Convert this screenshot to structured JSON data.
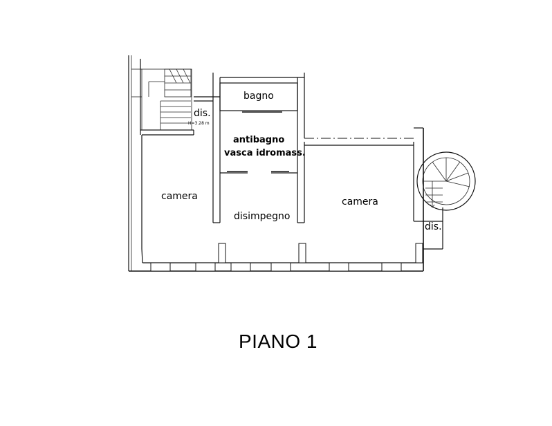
{
  "rooms": {
    "bagno": "bagno",
    "dis_top": "dis.",
    "height_note": "H=3.28 m",
    "antibagno_1": "antibagno",
    "antibagno_2": "vasca idromass.",
    "camera_left": "camera",
    "disimpegno": "disimpegno",
    "camera_right": "camera",
    "dis_right": "dis."
  },
  "floor_title": "PIANO 1"
}
